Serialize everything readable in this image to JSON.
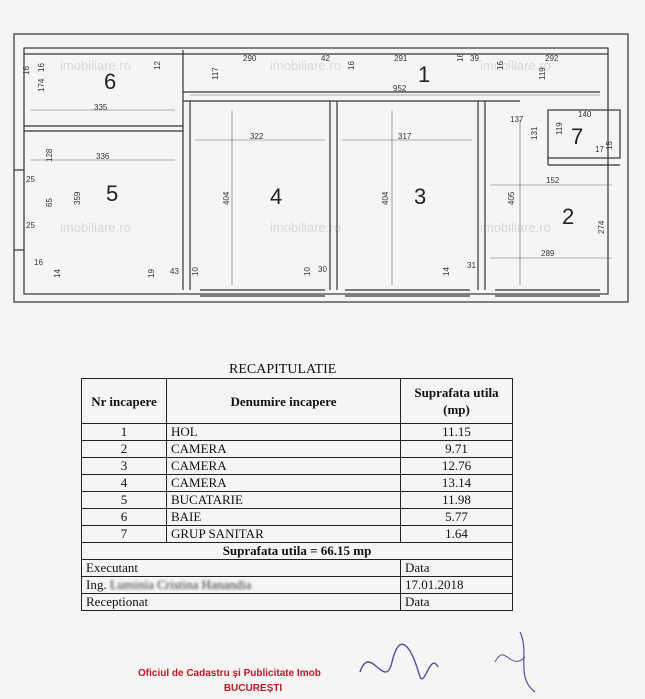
{
  "floor_plan": {
    "rooms": [
      "1",
      "2",
      "3",
      "4",
      "5",
      "6",
      "7"
    ],
    "dimensions": {
      "top": [
        "16",
        "12",
        "290",
        "42",
        "16",
        "291",
        "16",
        "39",
        "16",
        "292"
      ],
      "left_col": [
        "16",
        "174",
        "117",
        "128",
        "25",
        "65",
        "25",
        "359",
        "16",
        "14"
      ],
      "room1": [
        "952",
        "119",
        "137",
        "131",
        "119",
        "140",
        "17",
        "15"
      ],
      "room6": [
        "335"
      ],
      "room5": [
        "336"
      ],
      "room4": [
        "322",
        "404",
        "19",
        "43",
        "10",
        "10",
        "30"
      ],
      "room3": [
        "317",
        "404",
        "14",
        "31"
      ],
      "room2": [
        "152",
        "405",
        "274",
        "289"
      ]
    },
    "watermark": "imobiliare.ro"
  },
  "recap": {
    "title": "RECAPITULATIE",
    "headers": {
      "nr": "Nr incapere",
      "name": "Denumire incapere",
      "area": "Suprafata utila (mp)"
    },
    "rows": [
      {
        "nr": "1",
        "name": "HOL",
        "area": "11.15"
      },
      {
        "nr": "2",
        "name": "CAMERA",
        "area": "9.71"
      },
      {
        "nr": "3",
        "name": "CAMERA",
        "area": "12.76"
      },
      {
        "nr": "4",
        "name": "CAMERA",
        "area": "13.14"
      },
      {
        "nr": "5",
        "name": "BUCATARIE",
        "area": "11.98"
      },
      {
        "nr": "6",
        "name": "BAIE",
        "area": "5.77"
      },
      {
        "nr": "7",
        "name": "GRUP SANITAR",
        "area": "1.64"
      }
    ],
    "total": "Suprafata utila = 66.15 mp",
    "executant_label": "Executant",
    "data_label": "Data",
    "ing_label": "Ing.",
    "ing_name": "Luminia Cristina Hanandia",
    "date": "17.01.2018",
    "receptionat_label": "Receptionat",
    "data_label_2": "Data"
  },
  "stamp": {
    "office": "Oficiul de Cadastru și Publicitate Imob",
    "city": "BUCUREȘTI"
  }
}
